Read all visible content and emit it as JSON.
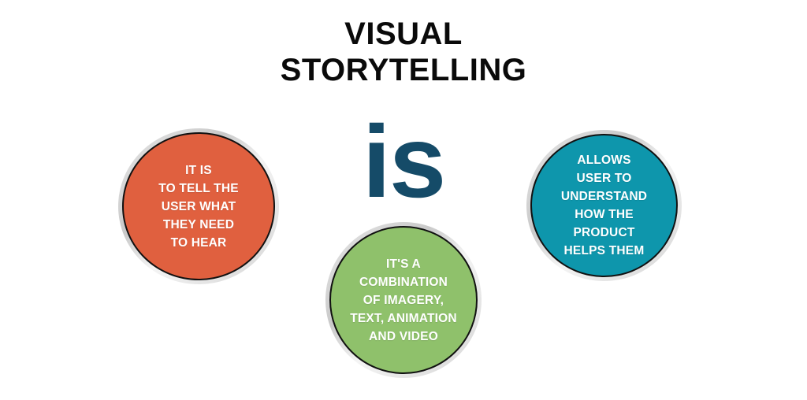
{
  "background_color": "#ffffff",
  "title": {
    "lines": [
      "VISUAL",
      "STORYTELLING"
    ],
    "color": "#0a0a0a"
  },
  "center_word": {
    "text": "is",
    "color": "#154b68"
  },
  "nodes": [
    {
      "id": "left",
      "name": "purpose-circle",
      "fill": "#e0603f",
      "stroke": "#111111",
      "lines": [
        "IT IS",
        "TO TELL THE",
        "USER WHAT",
        "THEY NEED",
        "TO HEAR"
      ]
    },
    {
      "id": "center",
      "name": "composition-circle",
      "fill": "#8fc16b",
      "stroke": "#111111",
      "lines": [
        "IT'S A",
        "COMBINATION",
        "OF IMAGERY,",
        "TEXT, ANIMATION",
        "AND VIDEO"
      ]
    },
    {
      "id": "right",
      "name": "benefit-circle",
      "fill": "#0e96ac",
      "stroke": "#111111",
      "lines": [
        "ALLOWS",
        "USER TO",
        "UNDERSTAND",
        "HOW THE",
        "PRODUCT",
        "HELPS THEM"
      ]
    }
  ]
}
